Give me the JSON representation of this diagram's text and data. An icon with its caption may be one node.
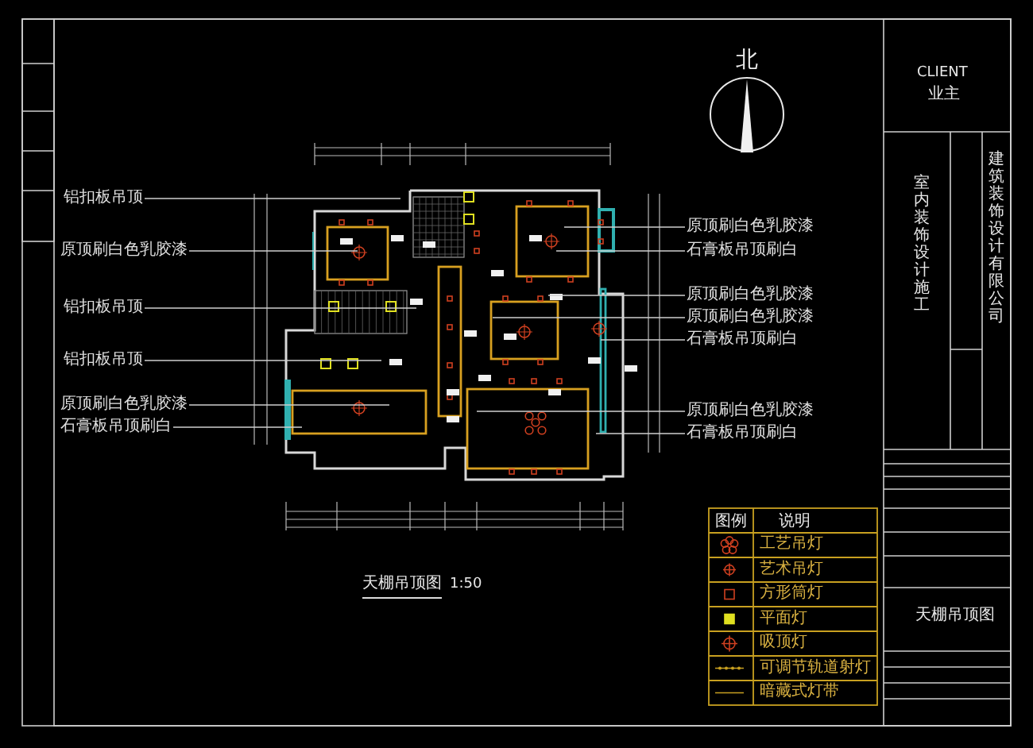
{
  "diagram": {
    "title": "天棚吊顶图",
    "nodes": [
      {
        "text": [
          "铝扣板吊顶"
        ]
      },
      {
        "text": [
          "原顶刷白色乳胶漆"
        ]
      },
      {
        "text": [
          "铝扣板吊顶"
        ]
      },
      {
        "text": [
          "铝扣板吊顶"
        ]
      },
      {
        "text": [
          "原顶刷白色乳胶漆"
        ]
      },
      {
        "text": [
          "石膏板吊顶刷白"
        ]
      },
      {
        "text": [
          "原顶刷白色乳胶漆"
        ]
      },
      {
        "text": [
          "石膏板吊顶刷白"
        ]
      },
      {
        "text": [
          "原顶刷白色乳胶漆"
        ]
      },
      {
        "text": [
          "原顶刷白色乳胶漆"
        ]
      },
      {
        "text": [
          "石膏板吊顶刷白"
        ]
      },
      {
        "text": [
          "原顶刷白色乳胶漆"
        ]
      },
      {
        "text": [
          "石膏板吊顶刷白"
        ]
      }
    ],
    "edges": [
      {
        "from": 0,
        "to": null,
        "arrow": "none"
      },
      {
        "from": 1,
        "to": null,
        "arrow": "none"
      },
      {
        "from": 2,
        "to": null,
        "arrow": "none"
      },
      {
        "from": 3,
        "to": null,
        "arrow": "none"
      },
      {
        "from": 4,
        "to": null,
        "arrow": "none"
      },
      {
        "from": 5,
        "to": null,
        "arrow": "none"
      },
      {
        "from": 6,
        "to": null,
        "arrow": "none"
      },
      {
        "from": 7,
        "to": null,
        "arrow": "none"
      },
      {
        "from": 8,
        "to": null,
        "arrow": "none"
      },
      {
        "from": 9,
        "to": null,
        "arrow": "none"
      },
      {
        "from": 10,
        "to": null,
        "arrow": "none"
      },
      {
        "from": 11,
        "to": null,
        "arrow": "none"
      },
      {
        "from": 12,
        "to": null,
        "arrow": "none"
      }
    ],
    "labels": [
      "1:50",
      "北",
      "图例",
      "说明",
      "CLIENT",
      "业主",
      "室内装饰设计施工",
      "建筑装饰设计有限公司",
      "天棚吊顶图"
    ],
    "legend": [
      {
        "text": "工艺吊灯"
      },
      {
        "text": "艺术吊灯"
      },
      {
        "text": "方形筒灯"
      },
      {
        "text": "平面灯"
      },
      {
        "text": "吸顶灯"
      },
      {
        "text": "可调节轨道射灯"
      },
      {
        "text": "暗藏式灯带"
      }
    ]
  }
}
